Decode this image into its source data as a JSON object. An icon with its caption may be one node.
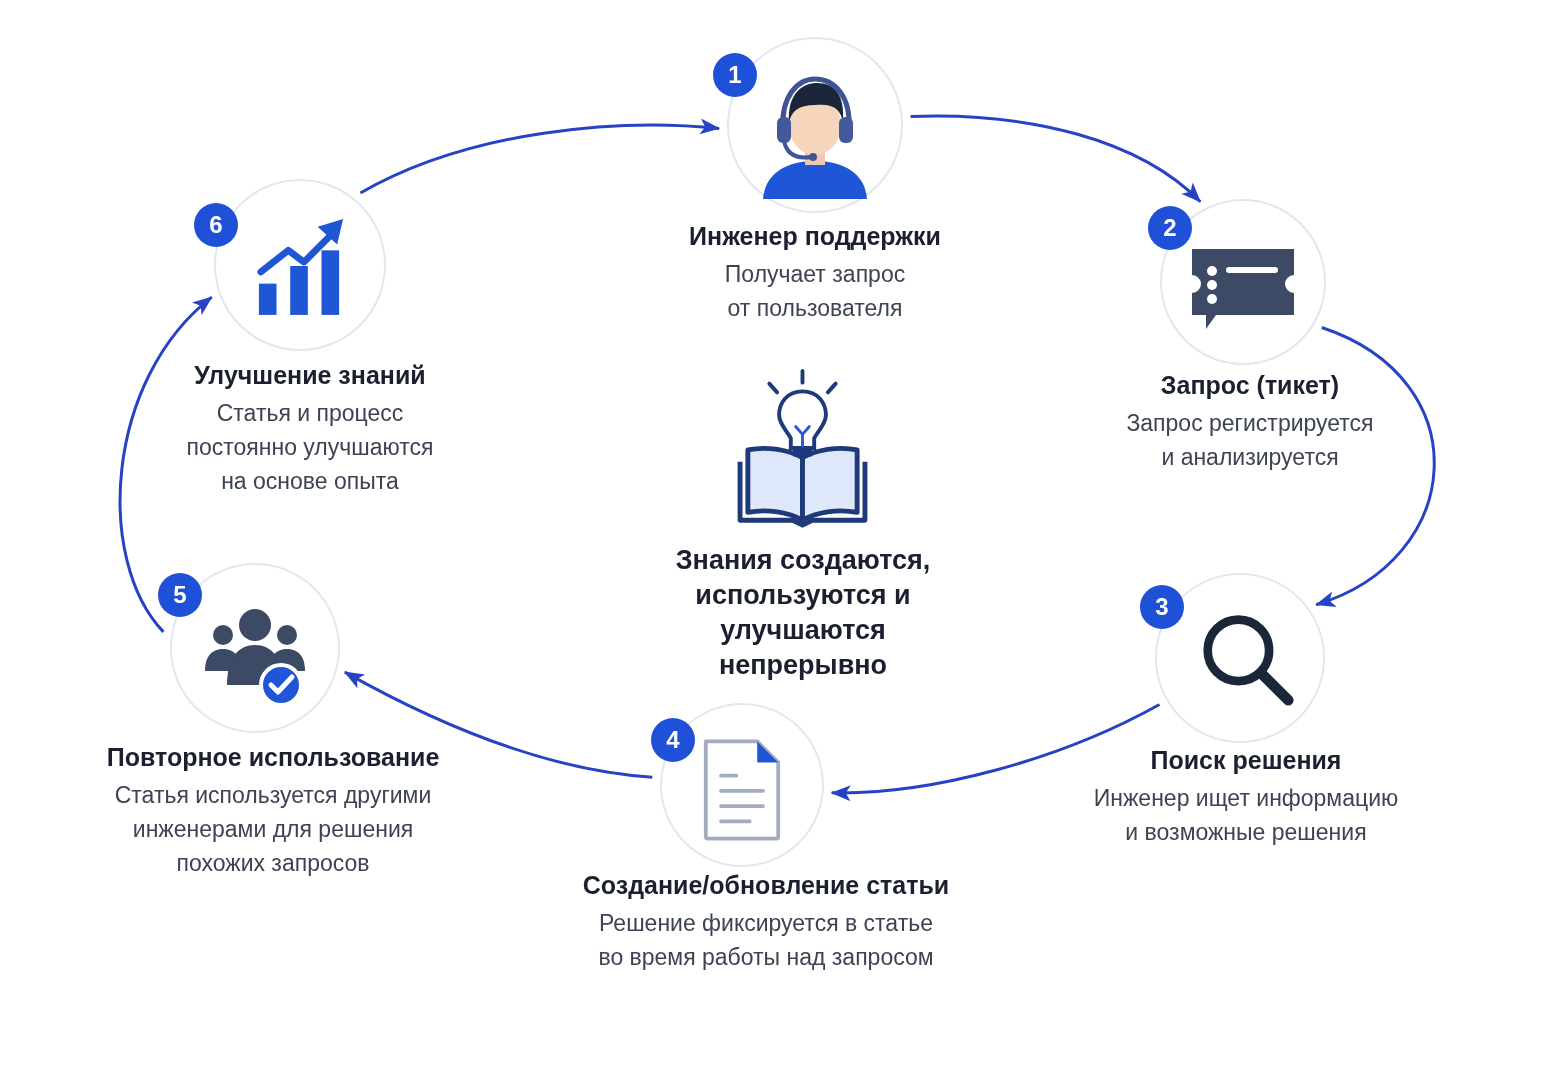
{
  "diagram": {
    "nodes": [
      {
        "text": [
          "1",
          "Инженер поддержки",
          "Получает запрос от пользователя"
        ]
      },
      {
        "text": [
          "2",
          "Запрос (тикет)",
          "Запрос регистрируется и анализируется"
        ]
      },
      {
        "text": [
          "3",
          "Поиск решения",
          "Инженер ищет информацию и возможные решения"
        ]
      },
      {
        "text": [
          "4",
          "Создание/обновление статьи",
          "Решение фиксируется в статье во время работы над запросом"
        ]
      },
      {
        "text": [
          "5",
          "Повторное использование",
          "Статья используется другими инженерами для решения похожих запросов"
        ]
      },
      {
        "text": [
          "6",
          "Улучшение знаний",
          "Статья и процесс постоянно улучшаются на основе опыта"
        ]
      }
    ],
    "edges": [
      {
        "from": 0,
        "to": 1,
        "arrow": "to"
      },
      {
        "from": 1,
        "to": 2,
        "arrow": "to"
      },
      {
        "from": 2,
        "to": 3,
        "arrow": "to"
      },
      {
        "from": 3,
        "to": 4,
        "arrow": "to"
      },
      {
        "from": 4,
        "to": 5,
        "arrow": "to"
      },
      {
        "from": 5,
        "to": 0,
        "arrow": "to"
      }
    ],
    "labels": [
      "Знания создаются, используются и улучшаются непрерывно"
    ]
  }
}
